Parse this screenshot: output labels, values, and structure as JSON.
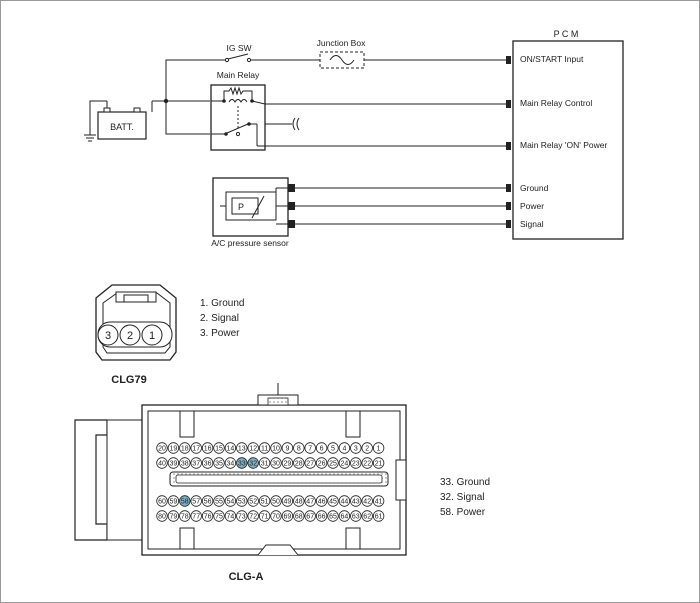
{
  "pcm": {
    "title": "P C M",
    "pins": [
      "ON/START Input",
      "Main Relay Control",
      "Main Relay 'ON' Power",
      "Ground",
      "Power",
      "Signal"
    ]
  },
  "ig_sw_label": "IG SW",
  "junction_box_label": "Junction Box",
  "main_relay_label": "Main Relay",
  "batt_label": "BATT.",
  "sensor": {
    "label": "A/C pressure sensor",
    "symbol": "P"
  },
  "clg79": {
    "name": "CLG79",
    "pins": [
      "3",
      "2",
      "1"
    ],
    "legend": [
      "1. Ground",
      "2. Signal",
      "3. Power"
    ]
  },
  "clga": {
    "name": "CLG-A",
    "rows": [
      [
        "20",
        "19",
        "18",
        "17",
        "16",
        "15",
        "14",
        "13",
        "12",
        "11",
        "10",
        "9",
        "8",
        "7",
        "6",
        "5",
        "4",
        "3",
        "2",
        "1"
      ],
      [
        "40",
        "39",
        "38",
        "37",
        "36",
        "35",
        "34",
        "33",
        "32",
        "31",
        "30",
        "29",
        "28",
        "27",
        "26",
        "25",
        "24",
        "23",
        "22",
        "21"
      ],
      [
        "60",
        "59",
        "58",
        "57",
        "56",
        "55",
        "54",
        "53",
        "52",
        "51",
        "50",
        "49",
        "48",
        "47",
        "46",
        "45",
        "44",
        "43",
        "42",
        "41"
      ],
      [
        "80",
        "79",
        "78",
        "77",
        "76",
        "75",
        "74",
        "73",
        "72",
        "71",
        "70",
        "69",
        "68",
        "67",
        "66",
        "65",
        "64",
        "63",
        "62",
        "61"
      ]
    ],
    "highlighted": [
      "33",
      "32",
      "58"
    ],
    "highlight_color": "#7fb0c4",
    "legend": [
      "33. Ground",
      "32. Signal",
      "58. Power"
    ]
  }
}
